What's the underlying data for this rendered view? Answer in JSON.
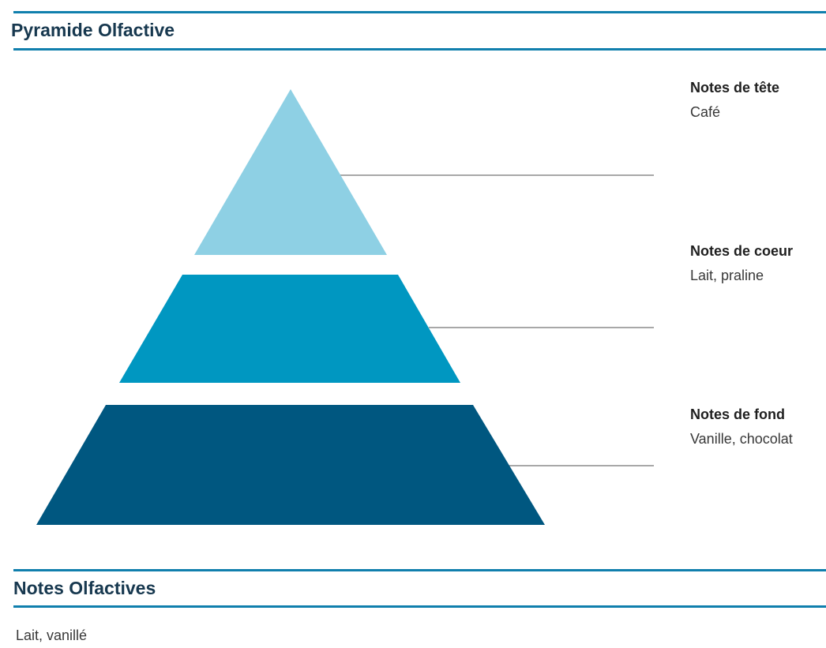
{
  "colors": {
    "accent": "#107fad",
    "heading": "#17384f",
    "label": "#1f1f1f",
    "body": "#383838",
    "connector": "#a8a8a8"
  },
  "pyramid_section": {
    "title": "Pyramide Olfactive",
    "levels": [
      {
        "name": "Notes de tête",
        "notes": "Café",
        "color": "#8ed0e4"
      },
      {
        "name": "Notes de coeur",
        "notes": "Lait, praline",
        "color": "#0097c1"
      },
      {
        "name": "Notes de fond",
        "notes": "Vanille, chocolat",
        "color": "#005780"
      }
    ]
  },
  "notes_section": {
    "title": "Notes Olfactives",
    "content": "Lait, vanillé"
  }
}
